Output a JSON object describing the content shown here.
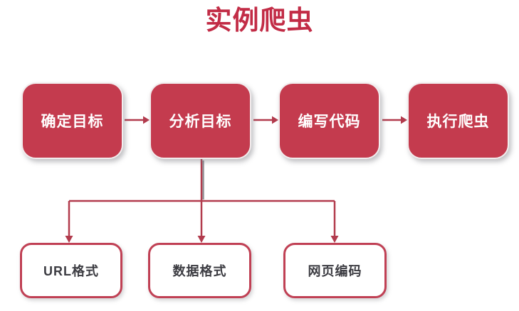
{
  "title": "实例爬虫",
  "colors": {
    "accent_red": "#C43B4E",
    "title_red": "#C22C46",
    "connector_red": "#B23B4D",
    "sub_border_red": "#C04054",
    "sub_text": "#3C3C42"
  },
  "diagram": {
    "type": "flowchart",
    "steps": [
      {
        "label": "确定目标"
      },
      {
        "label": "分析目标"
      },
      {
        "label": "编写代码"
      },
      {
        "label": "执行爬虫"
      }
    ],
    "substeps": [
      {
        "label": "URL格式"
      },
      {
        "label": "数据格式"
      },
      {
        "label": "网页编码"
      }
    ],
    "edges": [
      {
        "from": "确定目标",
        "to": "分析目标"
      },
      {
        "from": "分析目标",
        "to": "编写代码"
      },
      {
        "from": "编写代码",
        "to": "执行爬虫"
      },
      {
        "from": "分析目标",
        "to": "URL格式"
      },
      {
        "from": "分析目标",
        "to": "数据格式"
      },
      {
        "from": "分析目标",
        "to": "网页编码"
      }
    ]
  }
}
